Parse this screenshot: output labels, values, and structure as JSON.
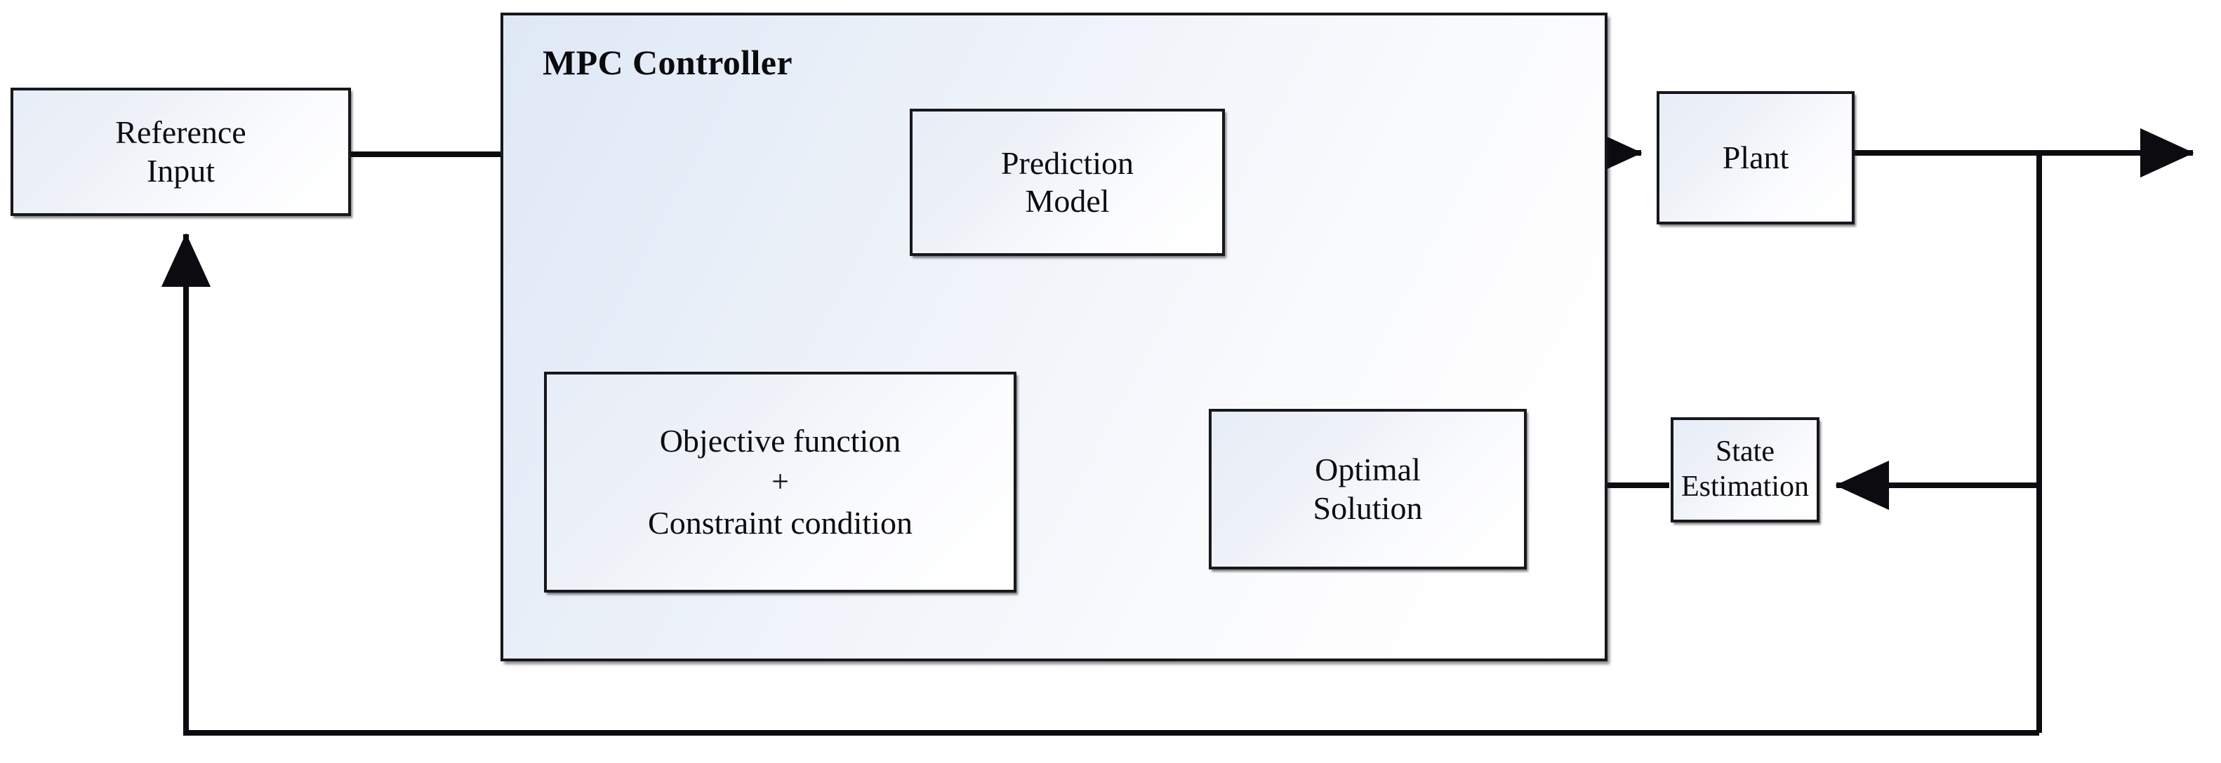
{
  "diagram": {
    "title": "MPC Controller block diagram",
    "container": {
      "label": "MPC Controller"
    },
    "colors": {
      "stroke": "#17171c",
      "box_fill_start": "#e7edf7",
      "box_fill_end": "#ffffff",
      "container_fill_start": "#dfe8f6",
      "container_fill_end": "#ffffff",
      "text": "#0d0d10",
      "background": "#ffffff"
    },
    "nodes": [
      {
        "id": "reference-input",
        "lines": [
          "Reference",
          "Input"
        ]
      },
      {
        "id": "prediction-model",
        "lines": [
          "Prediction",
          "Model"
        ]
      },
      {
        "id": "objective",
        "lines": [
          "Objective function",
          "+",
          "Constraint condition"
        ]
      },
      {
        "id": "optimal-solution",
        "lines": [
          "Optimal",
          "Solution"
        ]
      },
      {
        "id": "plant",
        "lines": [
          "Plant"
        ]
      },
      {
        "id": "state-estimation",
        "lines": [
          "State",
          "Estimation"
        ]
      }
    ],
    "edges": [
      {
        "id": "ref-to-mpc",
        "from": "reference-input",
        "to": "mpc-controller",
        "arrow": "none"
      },
      {
        "id": "branch-to-prediction",
        "from": "mpc-branch",
        "to": "prediction-model",
        "arrow": "end"
      },
      {
        "id": "branch-to-objective",
        "from": "mpc-branch",
        "to": "objective",
        "arrow": "end"
      },
      {
        "id": "feedback-to-prediction",
        "from": "right-riser",
        "to": "prediction-model",
        "arrow": "end"
      },
      {
        "id": "riser-to-optimal",
        "from": "right-riser",
        "to": "optimal-solution",
        "arrow": "end"
      },
      {
        "id": "objective-optimal",
        "from": "objective",
        "to": "optimal-solution",
        "arrow": "both"
      },
      {
        "id": "optimal-to-plant",
        "from": "optimal-solution",
        "to": "plant",
        "arrow": "end"
      },
      {
        "id": "plant-output",
        "from": "plant",
        "to": "output",
        "arrow": "end"
      },
      {
        "id": "plant-to-state-est",
        "from": "plant-tap",
        "to": "state-estimation",
        "arrow": "end"
      },
      {
        "id": "state-est-to-optimal",
        "from": "state-estimation",
        "to": "optimal-solution",
        "arrow": "end"
      },
      {
        "id": "feedback-to-reference",
        "from": "plant-tap",
        "to": "reference-input",
        "arrow": "end"
      }
    ]
  }
}
